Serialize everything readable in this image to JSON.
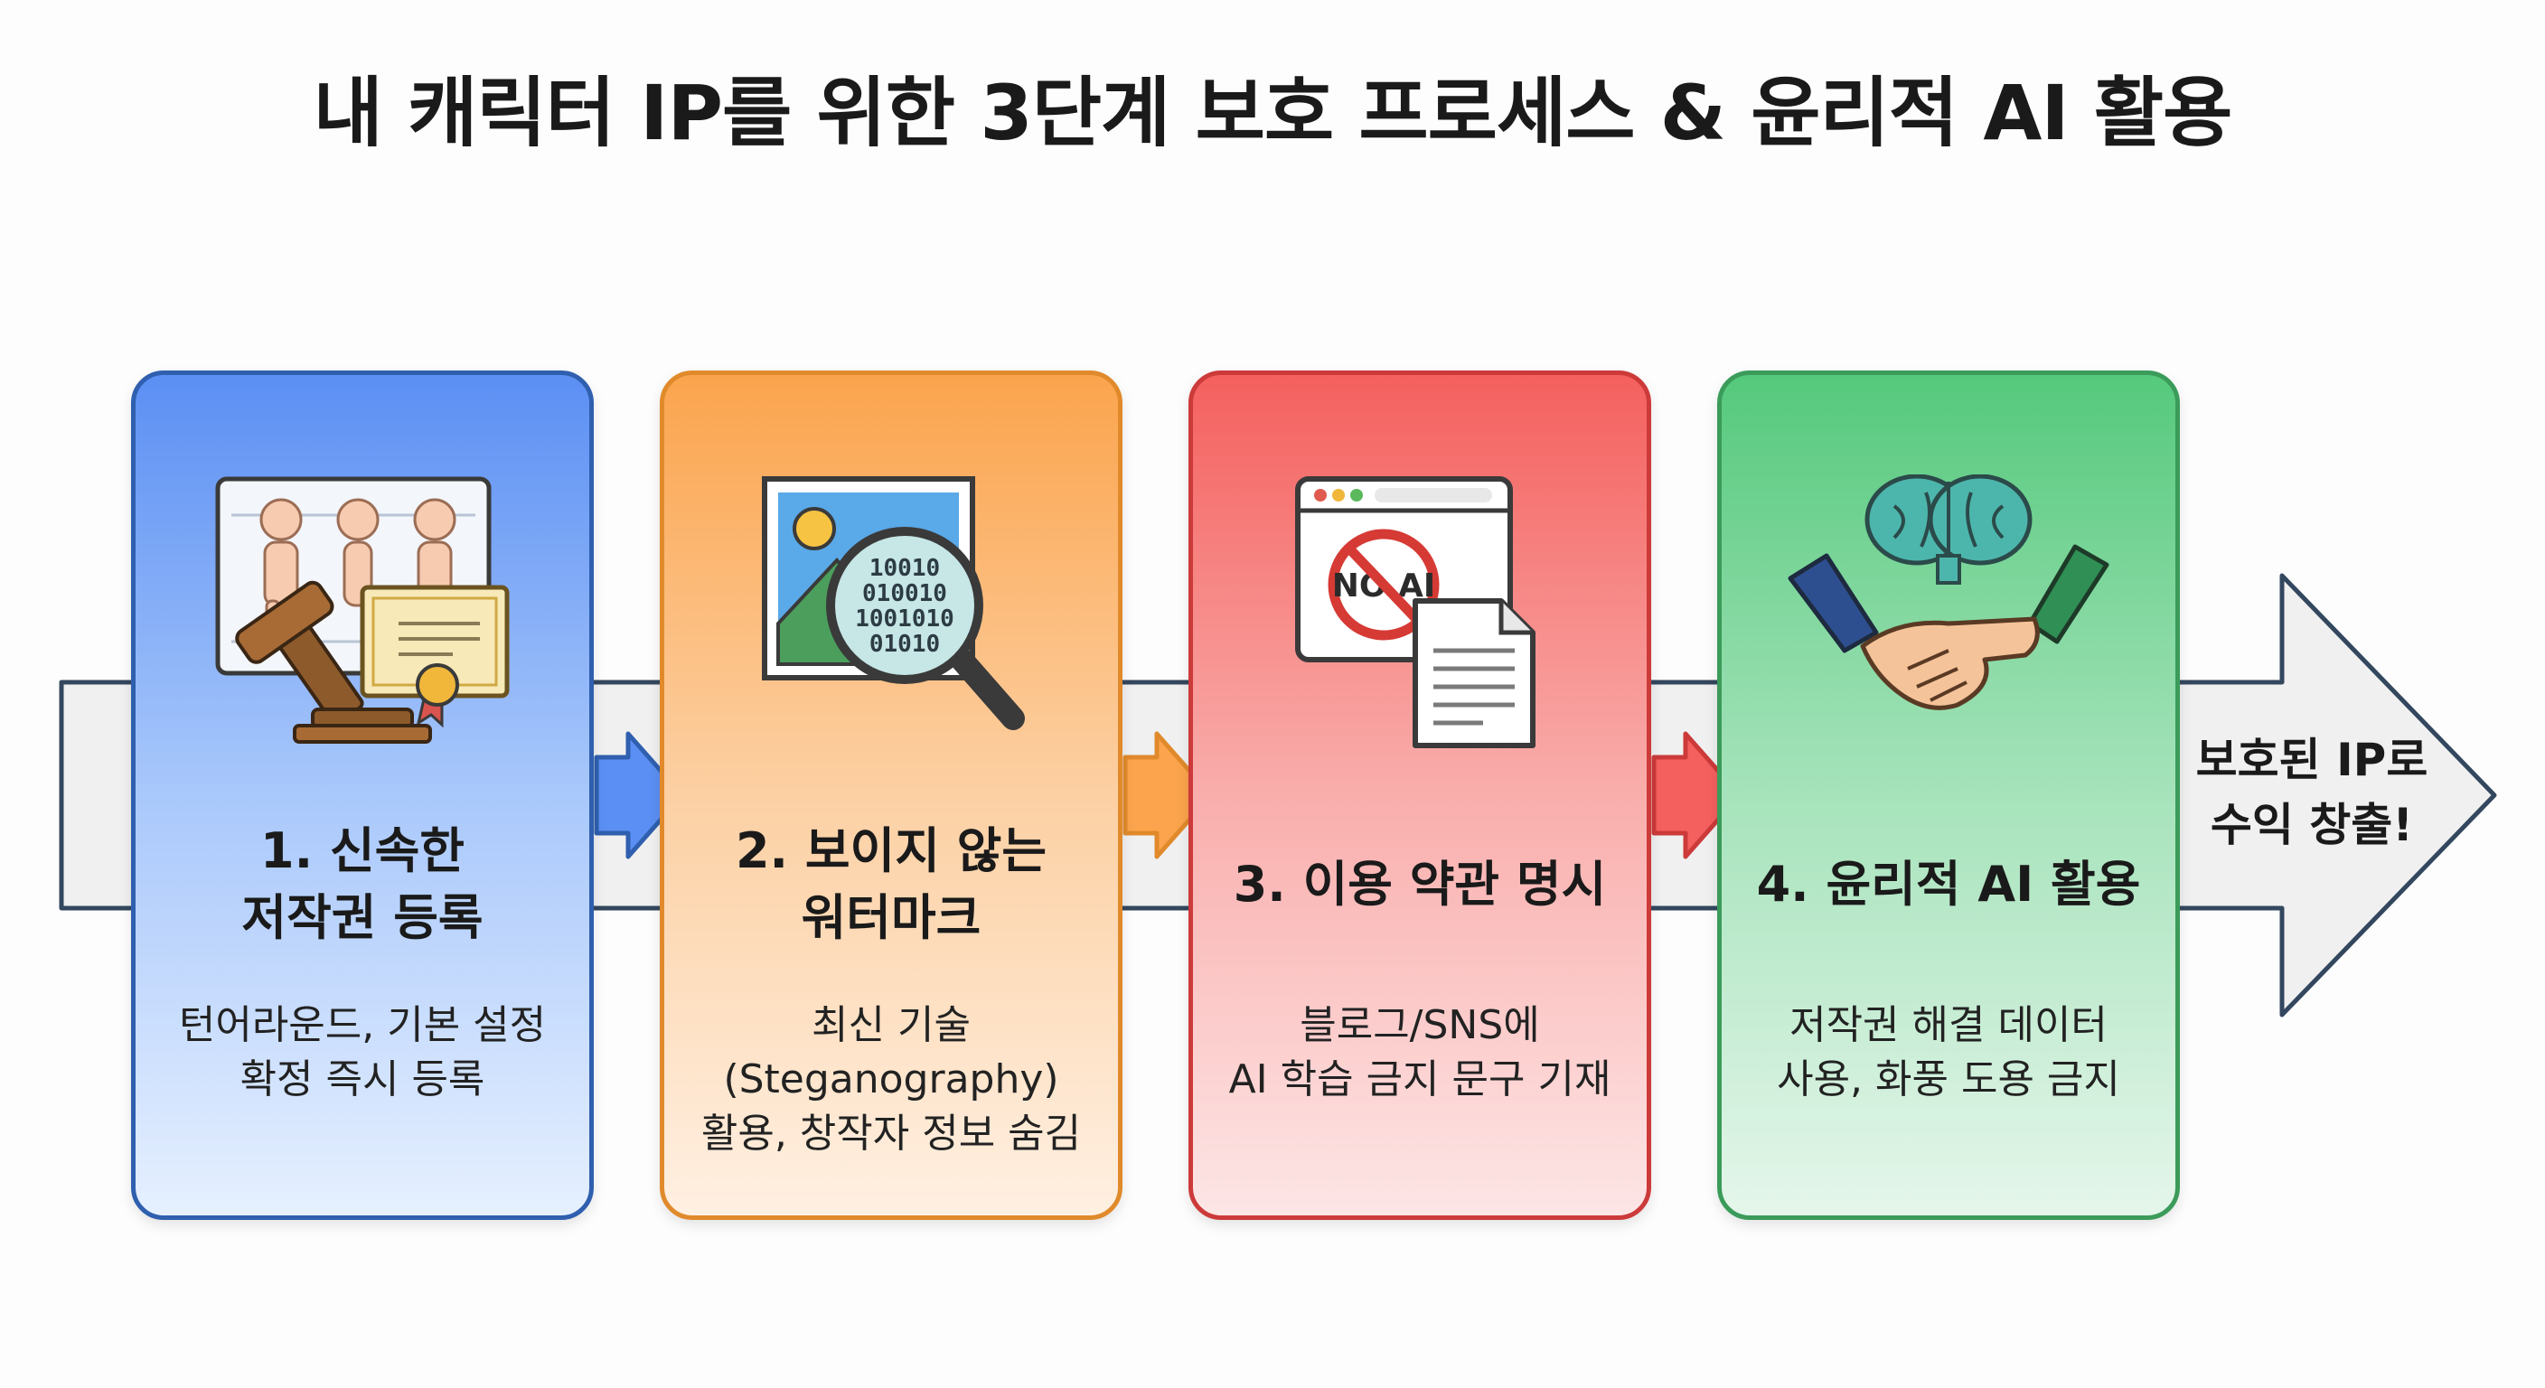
{
  "title": "내 캐릭터 IP를 위한 3단계 보호 프로세스 & 윤리적 AI 활용",
  "steps": [
    {
      "title_line1": "1. 신속한",
      "title_line2": "저작권 등록",
      "desc_line1": "턴어라운드, 기본 설정",
      "desc_line2": "확정 즉시 등록",
      "icon": "character-sheet-certificate-gavel-icon",
      "color": "#5b8ff3"
    },
    {
      "title_line1": "2. 보이지 않는",
      "title_line2": "워터마크",
      "desc_line1": "최신 기술(Steganography)",
      "desc_line2": "활용, 창작자 정보 숨김",
      "icon": "image-magnifier-binary-icon",
      "color": "#fba44d"
    },
    {
      "title_line1": "3. 이용 약관 명시",
      "title_line2": "",
      "desc_line1": "블로그/SNS에",
      "desc_line2": "AI 학습 금지 문구 기재",
      "icon": "browser-no-ai-document-icon",
      "color": "#f4605e"
    },
    {
      "title_line1": "4. 윤리적 AI 활용",
      "title_line2": "",
      "desc_line1": "저작권 해결 데이터",
      "desc_line2": "사용, 화풍 도용 금지",
      "icon": "brain-handshake-icon",
      "color": "#55c97c"
    }
  ],
  "final": {
    "line1": "보호된 IP로",
    "line2": "수익 창출!"
  },
  "icon_text": {
    "binary_lines": [
      "10010",
      "010010",
      "1001010",
      "01010"
    ],
    "no_ai": "NO AI"
  }
}
